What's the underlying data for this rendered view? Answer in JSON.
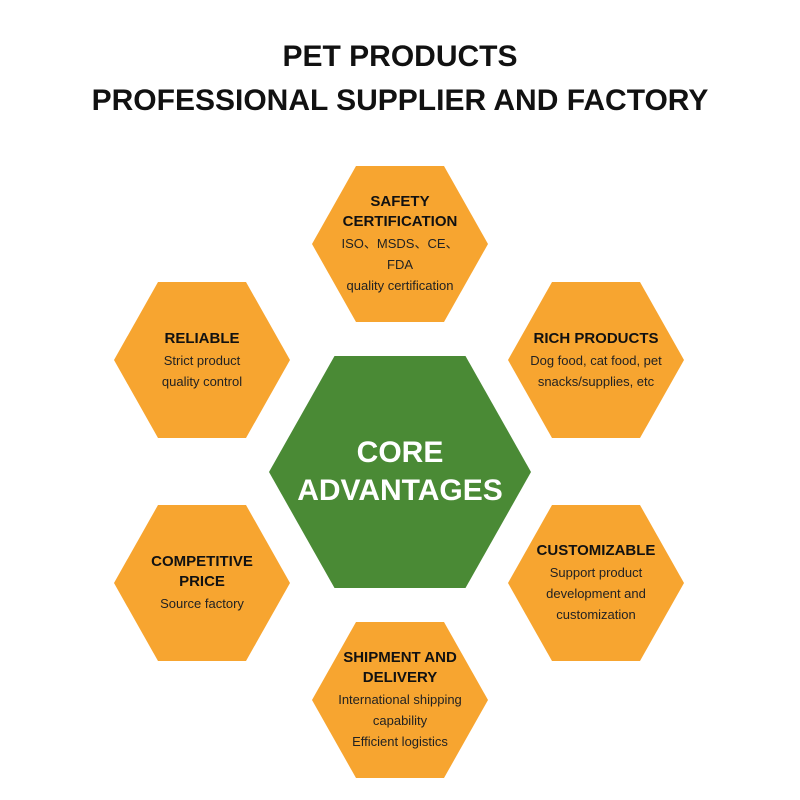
{
  "title": {
    "line1": "PET PRODUCTS",
    "line2": "PROFESSIONAL SUPPLIER AND FACTORY"
  },
  "center": {
    "line1": "CORE",
    "line2": "ADVANTAGES",
    "color": "#4a8a35"
  },
  "accent_color": "#f7a530",
  "advantages": [
    {
      "heading_lines": [
        "SAFETY",
        "CERTIFICATION"
      ],
      "body_lines": [
        "ISO、MSDS、CE、FDA",
        "quality certification"
      ]
    },
    {
      "heading_lines": [
        "RICH PRODUCTS"
      ],
      "body_lines": [
        "Dog food, cat food, pet",
        "snacks/supplies, etc"
      ]
    },
    {
      "heading_lines": [
        "CUSTOMIZABLE"
      ],
      "body_lines": [
        "Support product",
        "development and",
        "customization"
      ]
    },
    {
      "heading_lines": [
        "SHIPMENT AND",
        "DELIVERY"
      ],
      "body_lines": [
        "International shipping",
        "capability",
        "Efficient logistics"
      ]
    },
    {
      "heading_lines": [
        "COMPETITIVE",
        "PRICE"
      ],
      "body_lines": [
        "Source factory"
      ]
    },
    {
      "heading_lines": [
        "RELIABLE"
      ],
      "body_lines": [
        "Strict product",
        "quality control"
      ]
    }
  ]
}
